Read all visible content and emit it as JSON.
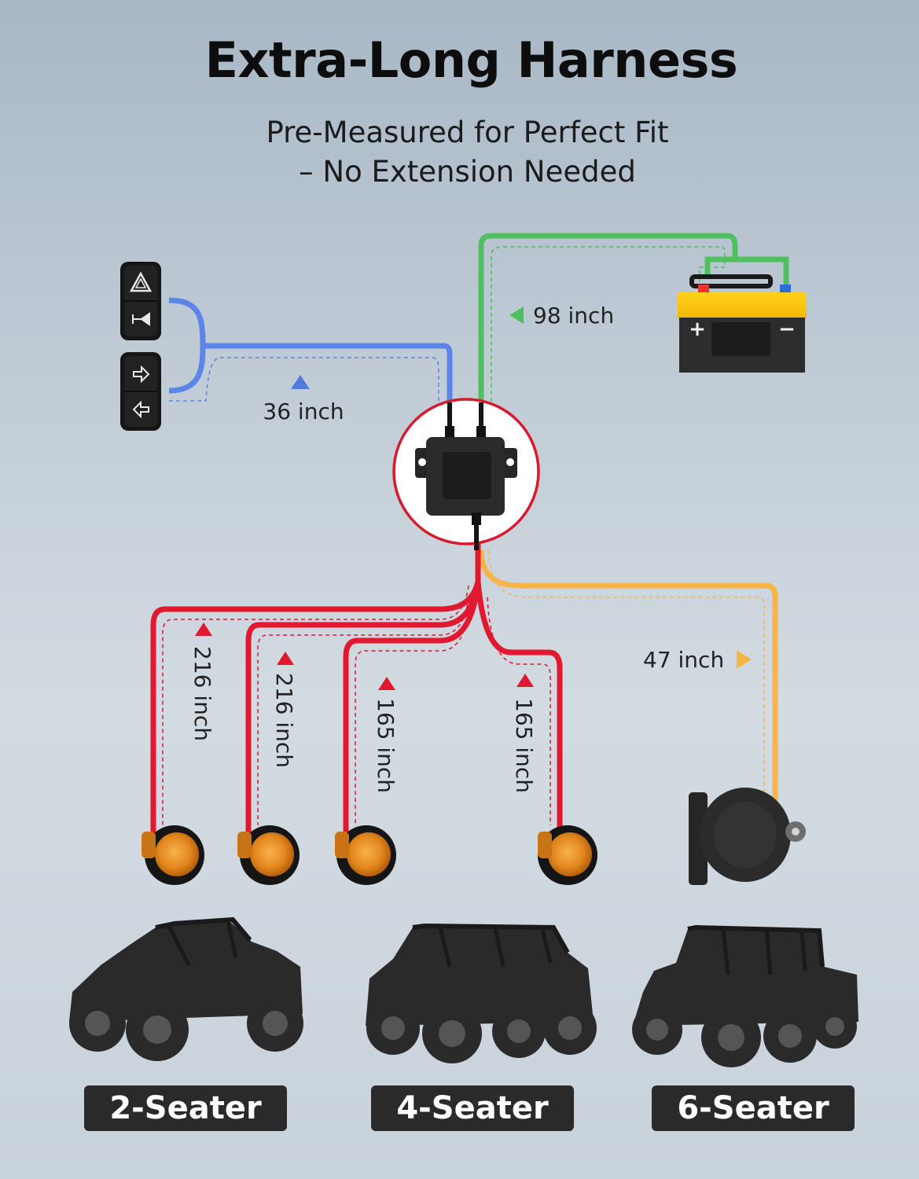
{
  "header": {
    "title": "Extra-Long Harness",
    "subtitle_line1": "Pre-Measured for Perfect Fit",
    "subtitle_line2": "– No Extension Needed"
  },
  "wires": {
    "switches": {
      "length": "36 inch",
      "color": "#5b85e6"
    },
    "battery": {
      "length": "98 inch",
      "color": "#4fbf5f"
    },
    "horn": {
      "length": "47 inch",
      "color": "#f7b549"
    },
    "lights": [
      {
        "length": "216 inch",
        "color": "#e01830"
      },
      {
        "length": "216 inch",
        "color": "#e01830"
      },
      {
        "length": "165 inch",
        "color": "#e01830"
      },
      {
        "length": "165 inch",
        "color": "#e01830"
      }
    ]
  },
  "battery": {
    "plus": "+",
    "minus": "−"
  },
  "icons": {
    "switch_top": [
      "hazard-icon",
      "horn-icon"
    ],
    "switch_bottom": [
      "right-arrow-icon",
      "left-arrow-icon"
    ],
    "control_box": "relay-box-icon",
    "horn": "horn-speaker-icon",
    "lights": "amber-marker-light-icon",
    "vehicles": "utv-icon"
  },
  "colors": {
    "highlight_ring": "#d81a2e",
    "light_amber": "#e88a1e"
  },
  "vehicles": [
    {
      "label": "2-Seater"
    },
    {
      "label": "4-Seater"
    },
    {
      "label": "6-Seater"
    }
  ]
}
